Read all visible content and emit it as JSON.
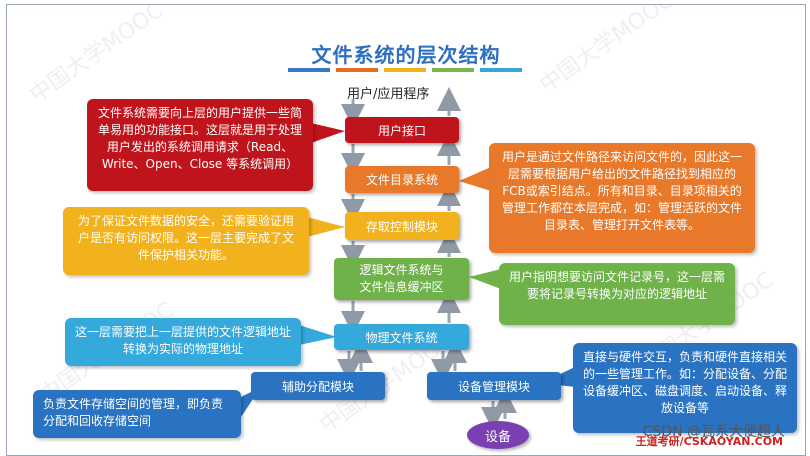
{
  "title": "文件系统的层次结构",
  "top_label": "用户/应用程序",
  "title_bar_colors": [
    "#3b78c4",
    "#e46c24",
    "#f2b21e",
    "#7ab648",
    "#3aa6d6"
  ],
  "layers": {
    "user_interface": {
      "label": "用户接口",
      "color": "#c0141c"
    },
    "file_directory": {
      "label": "文件目录系统",
      "color": "#e8782a"
    },
    "access_control": {
      "label": "存取控制模块",
      "color": "#f2b21e"
    },
    "logical_fs": {
      "label_line1": "逻辑文件系统与",
      "label_line2": "文件信息缓冲区",
      "color": "#6fb24a"
    },
    "physical_fs": {
      "label": "物理文件系统",
      "color": "#35a8dc"
    },
    "aux_alloc": {
      "label": "辅助分配模块",
      "color": "#2a73c2"
    },
    "device_mgmt": {
      "label": "设备管理模块",
      "color": "#2a73c2"
    },
    "device": {
      "label": "设备",
      "color": "#7a3fb0"
    }
  },
  "notes": {
    "user_interface": "文件系统需要向上层的用户提供一些简单易用的功能接口。这层就是用于处理用户发出的系统调用请求（Read、Write、Open、Close 等系统调用）",
    "file_directory": "用户是通过文件路径来访问文件的，因此这一层需要根据用户给出的文件路径找到相应的FCB或索引结点。所有和目录、目录项相关的管理工作都在本层完成，如：管理活跃的文件目录表、管理打开文件表等。",
    "access_control": "为了保证文件数据的安全，还需要验证用户是否有访问权限。这一层主要完成了文件保护相关功能。",
    "logical_fs": "用户指明想要访问文件记录号，这一层需要将记录号转换为对应的逻辑地址",
    "physical_fs": "这一层需要把上一层提供的文件逻辑地址转换为实际的物理地址",
    "aux_alloc": "负责文件存储空间的管理，即负责分配和回收存储空间",
    "device_mgmt": "直接与硬件交互，负责和硬件直接相关的一些管理工作。如：分配设备、分配设备缓冲区、磁盘调度、启动设备、释放设备等"
  },
  "footer": {
    "logo_text": "王道考研/CSKAOYAN.COM",
    "credit": "CSDN @瓦系大便超人"
  },
  "watermark_text": "中国大学MOOC"
}
